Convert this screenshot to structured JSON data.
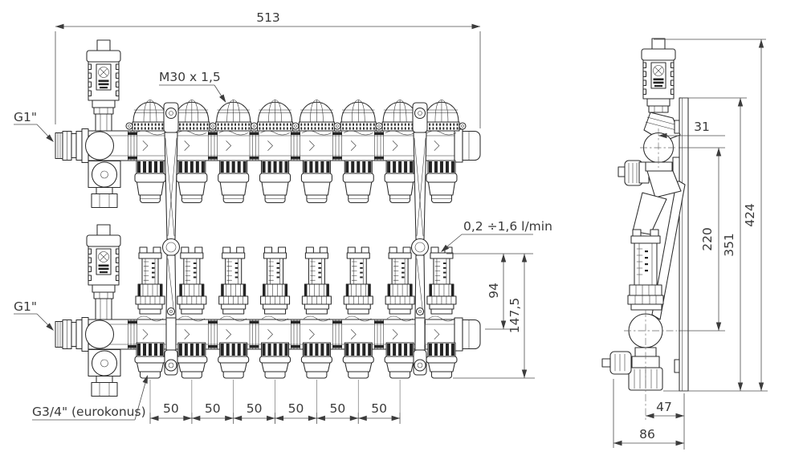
{
  "drawing": {
    "front_view": {
      "labels": {
        "total_width": "513",
        "valve_thread": "M30 x 1,5",
        "supply_inlet": "G1\"",
        "return_inlet": "G1\"",
        "flow_meter_range": "0,2 ÷1,6 l/min",
        "outlet_thread": "G3/4\" (eurokonus)",
        "outlet_pitch": "50",
        "flowmeter_height": "94",
        "body_height": "147,5"
      },
      "loop_count": 8,
      "pitch_segment_count": 6
    },
    "side_view": {
      "labels": {
        "supply_axis_to_wall": "31",
        "bar_axis_distance": "220",
        "bracket_height": "351",
        "total_height": "424",
        "return_axis_to_wall": "47",
        "total_depth": "86"
      }
    }
  }
}
